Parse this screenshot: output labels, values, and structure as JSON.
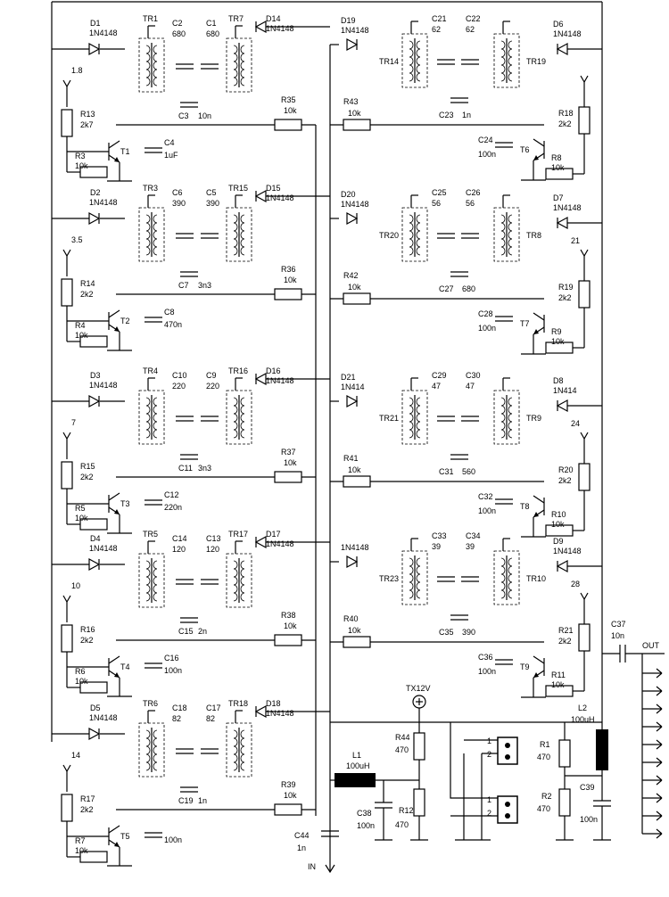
{
  "blocks": [
    {
      "side": "left",
      "diode": "D1",
      "diode_val": "1N4148",
      "tr_a": "TR1",
      "tr_b": "TR7",
      "cap_a": "C2",
      "cap_a_val": "680",
      "cap_b": "C1",
      "cap_b_val": "680",
      "cap_c": "C3",
      "cap_c_val": "10n",
      "diode2": "D14",
      "diode2_val": "1N4148",
      "res": "R35",
      "res_val": "10k",
      "vtag": "1.8",
      "rup": "R13",
      "rup_val": "2k7",
      "rb": "R3",
      "rb_val": "10k",
      "tr": "T1",
      "cemit": "C4",
      "cemit_val": "1uF"
    },
    {
      "side": "left",
      "diode": "D2",
      "diode_val": "1N4148",
      "tr_a": "TR3",
      "tr_b": "TR15",
      "cap_a": "C6",
      "cap_a_val": "390",
      "cap_b": "C5",
      "cap_b_val": "390",
      "cap_c": "C7",
      "cap_c_val": "3n3",
      "diode2": "D15",
      "diode2_val": "1N4148",
      "res": "R36",
      "res_val": "10k",
      "vtag": "3.5",
      "rup": "R14",
      "rup_val": "2k2",
      "rb": "R4",
      "rb_val": "10k",
      "tr": "T2",
      "cemit": "C8",
      "cemit_val": "470n"
    },
    {
      "side": "left",
      "diode": "D3",
      "diode_val": "1N4148",
      "tr_a": "TR4",
      "tr_b": "TR16",
      "cap_a": "C10",
      "cap_a_val": "220",
      "cap_b": "C9",
      "cap_b_val": "220",
      "cap_c": "C11",
      "cap_c_val": "3n3",
      "diode2": "D16",
      "diode2_val": "1N4148",
      "res": "R37",
      "res_val": "10k",
      "vtag": "7",
      "rup": "R15",
      "rup_val": "2k2",
      "rb": "R5",
      "rb_val": "10k",
      "tr": "T3",
      "cemit": "C12",
      "cemit_val": "220n"
    },
    {
      "side": "left",
      "diode": "D4",
      "diode_val": "1N4148",
      "tr_a": "TR5",
      "tr_b": "TR17",
      "cap_a": "C14",
      "cap_a_val": "120",
      "cap_b": "C13",
      "cap_b_val": "120",
      "cap_c": "C15",
      "cap_c_val": "2n",
      "diode2": "D17",
      "diode2_val": "1N4148",
      "res": "R38",
      "res_val": "10k",
      "vtag": "10",
      "rup": "R16",
      "rup_val": "2k2",
      "rb": "R6",
      "rb_val": "10k",
      "tr": "T4",
      "cemit": "C16",
      "cemit_val": "100n"
    },
    {
      "side": "left",
      "diode": "D5",
      "diode_val": "1N4148",
      "tr_a": "TR6",
      "tr_b": "TR18",
      "cap_a": "C18",
      "cap_a_val": "82",
      "cap_b": "C17",
      "cap_b_val": "82",
      "cap_c": "C19",
      "cap_c_val": "1n",
      "diode2": "D18",
      "diode2_val": "1N4148",
      "res": "R39",
      "res_val": "10k",
      "vtag": "14",
      "rup": "R17",
      "rup_val": "2k2",
      "rb": "R7",
      "rb_val": "10k",
      "tr": "T5",
      "cemit": "",
      "cemit_val": "100n"
    }
  ],
  "rblocks": [
    {
      "diode": "D19",
      "diode_val": "1N4148",
      "tr_a": "TR14",
      "tr_b": "TR19",
      "cap_a": "C21",
      "cap_a_val": "62",
      "cap_b": "C22",
      "cap_b_val": "62",
      "cap_c": "C23",
      "cap_c_val": "1n",
      "diode2": "D6",
      "diode2_val": "1N4148",
      "res": "R43",
      "res_val": "10k",
      "vtag": "",
      "rup": "R18",
      "rup_val": "2k2",
      "rb": "R8",
      "rb_val": "10k",
      "tr": "T6",
      "cemit": "C24",
      "cemit_val": "100n"
    },
    {
      "diode": "D20",
      "diode_val": "1N4148",
      "tr_a": "TR20",
      "tr_b": "TR8",
      "cap_a": "C25",
      "cap_a_val": "56",
      "cap_b": "C26",
      "cap_b_val": "56",
      "cap_c": "C27",
      "cap_c_val": "680",
      "diode2": "D7",
      "diode2_val": "1N4148",
      "res": "R42",
      "res_val": "10k",
      "vtag": "21",
      "rup": "R19",
      "rup_val": "2k2",
      "rb": "R9",
      "rb_val": "10k",
      "tr": "T7",
      "cemit": "C28",
      "cemit_val": "100n"
    },
    {
      "diode": "D21",
      "diode_val": "1N414",
      "tr_a": "TR21",
      "tr_b": "TR9",
      "cap_a": "C29",
      "cap_a_val": "47",
      "cap_b": "C30",
      "cap_b_val": "47",
      "cap_c": "C31",
      "cap_c_val": "560",
      "diode2": "D8",
      "diode2_val": "1N414",
      "res": "R41",
      "res_val": "10k",
      "vtag": "24",
      "rup": "R20",
      "rup_val": "2k2",
      "rb": "R10",
      "rb_val": "10k",
      "tr": "T8",
      "cemit": "C32",
      "cemit_val": "100n"
    },
    {
      "diode": "",
      "diode_val": "1N4148",
      "tr_a": "TR23",
      "tr_b": "TR10",
      "cap_a": "C33",
      "cap_a_val": "39",
      "cap_b": "C34",
      "cap_b_val": "39",
      "cap_c": "C35",
      "cap_c_val": "390",
      "diode2": "D9",
      "diode2_val": "1N4148",
      "res": "R40",
      "res_val": "10k",
      "vtag": "28",
      "rup": "R21",
      "rup_val": "2k2",
      "rb": "R11",
      "rb_val": "10k",
      "tr": "T9",
      "cemit": "C36",
      "cemit_val": "100n"
    }
  ],
  "bottom": {
    "tx": "TX12V",
    "l1": "L1",
    "l1_val": "100uH",
    "r44": "R44",
    "r44_val": "470",
    "r12": "R12",
    "r12_val": "470",
    "c38": "C38",
    "c38_val": "100n",
    "c44": "C44",
    "c44_val": "1n",
    "in": "IN",
    "j_a1": "1",
    "j_a2": "2",
    "j_b1": "1",
    "j_b2": "2",
    "r1": "R1",
    "r1_val": "470",
    "r2": "R2",
    "r2_val": "470",
    "l2": "L2",
    "l2_val": "100uH",
    "c39": "C39",
    "c39_val": "100n",
    "c37": "C37",
    "c37_val": "10n",
    "out": "OUT"
  }
}
